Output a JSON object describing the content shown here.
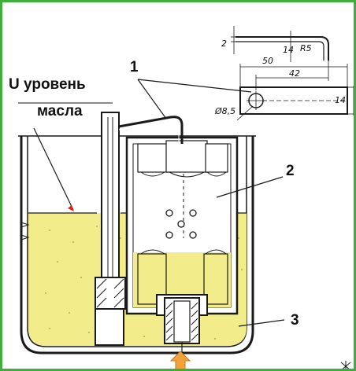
{
  "annotation": {
    "level_prefix": "U",
    "level_text_1": "уровень",
    "level_text_2": "масла"
  },
  "callouts": [
    "1",
    "2",
    "3"
  ],
  "dimensions": {
    "d1": "2",
    "d2": "R5",
    "d3": "50",
    "d4": "42",
    "d5": "Ø8,5",
    "d6": "14",
    "d7": "14"
  },
  "colors": {
    "oil": "#f2ec8a",
    "line": "#1a1a1a",
    "frame": "#3fae3a",
    "arrow": "#f2a23a",
    "marker": "#e0201c"
  }
}
